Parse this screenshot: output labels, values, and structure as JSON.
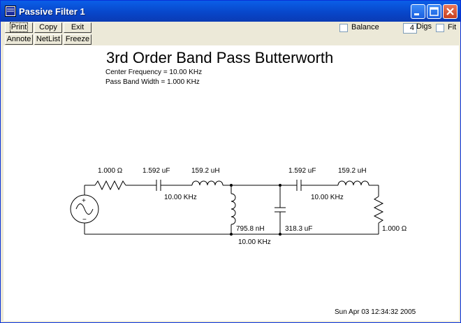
{
  "window": {
    "title": "Passive Filter 1"
  },
  "toolbar": {
    "print": "Print",
    "copy": "Copy",
    "exit": "Exit",
    "annote": "Annote",
    "netlist": "NetList",
    "freeze": "Freeze",
    "balance_label": "Balance",
    "digs_value": "4",
    "digs_label": "Digs",
    "fit_label": "Fit"
  },
  "filter": {
    "title": "3rd Order Band Pass Butterworth",
    "center_frequency": "Center Frequency = 10.00 KHz",
    "pass_band_width": "Pass Band Width = 1.000 KHz"
  },
  "circuit": {
    "source_resistor": "1.000 Ω",
    "c1": "1.592 uF",
    "l1": "159.2 uH",
    "f1": "10.00 KHz",
    "l2": "795.8 nH",
    "c2": "318.3 uF",
    "f2": "10.00 KHz",
    "c3": "1.592 uF",
    "l3": "159.2 uH",
    "f3": "10.00 KHz",
    "load_resistor": "1.000 Ω"
  },
  "timestamp": "Sun Apr 03 12:34:32 2005"
}
